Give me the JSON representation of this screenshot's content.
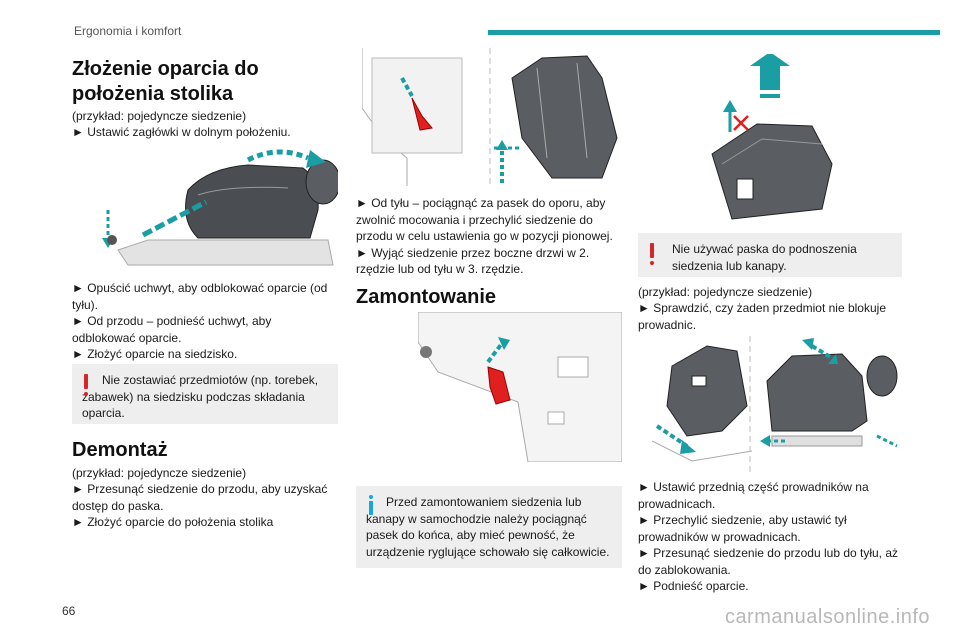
{
  "header": {
    "section_title": "Ergonomia i komfort"
  },
  "col1": {
    "heading1": "Złożenie oparcia do położenia stolika",
    "example1": "(przykład: pojedyncze siedzenie)",
    "step1": "► Ustawić zagłówki w dolnym położeniu.",
    "steps_after_image": [
      "► Opuścić uchwyt, aby odblokować oparcie (od tyłu).",
      "► Od przodu – podnieść uchwyt, aby odblokować oparcie.",
      "► Złożyć oparcie na siedzisko."
    ],
    "warning": "Nie zostawiać przedmiotów (np. torebek, zabawek) na siedzisku podczas składania oparcia.",
    "heading2": "Demontaż",
    "example2": "(przykład: pojedyncze siedzenie)",
    "steps_demontaz": [
      "► Przesunąć siedzenie do przodu, aby uzyskać dostęp do paska.",
      "► Złożyć oparcie do położenia stolika"
    ]
  },
  "col2": {
    "steps": [
      "► Od tyłu – pociągnąć za pasek do oporu, aby zwolnić mocowania i przechylić siedzenie do przodu w celu ustawienia go w pozycji pionowej.",
      "► Wyjąć siedzenie przez boczne drzwi w 2. rzędzie lub od tyłu w 3. rzędzie."
    ],
    "heading": "Zamontowanie",
    "info": "Przed zamontowaniem siedzenia lub kanapy w samochodzie należy pociągnąć pasek do końca, aby mieć pewność, że urządzenie ryglujące schowało się całkowicie."
  },
  "col3": {
    "warning": "Nie używać paska do podnoszenia siedzenia lub kanapy.",
    "example": "(przykład: pojedyncze siedzenie)",
    "step1": "► Sprawdzić, czy żaden przedmiot nie blokuje prowadnic.",
    "steps_after_image": [
      "► Ustawić przednią część prowadników na prowadnicach.",
      "► Przechylić siedzenie, aby ustawić tył prowadników w prowadnicach.",
      "► Przesunąć siedzenie do przodu lub do tyłu, aż do zablokowania.",
      "► Podnieść oparcie."
    ]
  },
  "footer": {
    "page_number": "66",
    "watermark": "carmanualsonline.info"
  },
  "colors": {
    "accent": "#1a9ea3",
    "warning_red": "#d7262a",
    "info_blue": "#1aa6d9",
    "box_bg": "#eeeeee"
  }
}
